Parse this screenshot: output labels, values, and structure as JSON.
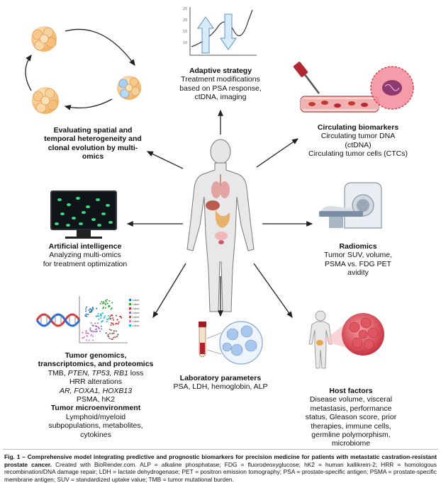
{
  "adaptive": {
    "title": "Adaptive strategy",
    "lines": [
      "Treatment modifications",
      "based on PSA response,",
      "ctDNA, imaging"
    ]
  },
  "evaluating": {
    "lines": [
      "Evaluating spatial and",
      "temporal heterogeneity and",
      "clonal evolution by multi-",
      "omics"
    ]
  },
  "circulating": {
    "title": "Circulating biomarkers",
    "lines": [
      "Circulating tumor DNA",
      "(ctDNA)",
      "Circulating tumor cells (CTCs)"
    ]
  },
  "ai": {
    "title": "Artificial intelligence",
    "lines": [
      "Analyzing multi-omics",
      "for treatment optimization"
    ]
  },
  "radiomics": {
    "title": "Radiomics",
    "lines": [
      "Tumor SUV, volume,",
      "PSMA vs. FDG PET",
      "avidity"
    ]
  },
  "genomics": {
    "title_lines": [
      "Tumor genomics,",
      "transcriptomics, and proteomics"
    ],
    "line1_prefix": "TMB, ",
    "line1_genes": "PTEN, TP53, RB1",
    "line1_suffix": " loss",
    "line2": "HRR alterations",
    "line3_genes": "AR, FOXA1, HOXB13",
    "line4": "PSMA, hK2",
    "micro_title": "Tumor microenvironment",
    "micro_lines": [
      "Lymphoid/myeloid",
      "subpopulations, metabolites,",
      "cytokines"
    ]
  },
  "lab": {
    "title": "Laboratory parameters",
    "line": "PSA, LDH, hemoglobin, ALP"
  },
  "host": {
    "title": "Host factors",
    "lines": [
      "Disease volume, visceral",
      "metastasis, performance",
      "status, Gleason score, prior",
      "therapies, immune cells,",
      "germline polymorphism,",
      "microbiome"
    ]
  },
  "caption": "Fig. 1 – Comprehensive model integrating predictive and prognostic biomarkers for precision medicine for patients with metastatic castration-resistant prostate cancer. Created with BioRender.com. ALP = alkaline phosphatase; FDG = fluorodeoxyglucose; hK2 = human kallikrein-2; HRR = homologous recombination/DNA damage repair; LDH = lactate dehydrogenase; PET = positron emission tomography; PSA = prostate-specific antigen; PSMA = prostate-specific membrane antigen; SUV = standardized uptake value; TMB = tumor mutational burden.",
  "colors": {
    "arrow": "#222222",
    "blood": "#c0392b",
    "cell_green": "#3ddc84",
    "screen": "#101418",
    "dna_red": "#d93a3a",
    "dna_blue": "#2a6fd6",
    "tube_red": "#b0202a",
    "cluster_blue": "#a9c7ec",
    "tumor_red": "#d8434f"
  },
  "icons": [
    "cell-cluster-icon",
    "psa-plot-icon",
    "blood-vessel-icon",
    "human-figure-icon",
    "monitor-icon",
    "ct-scanner-icon",
    "dna-icon",
    "tsne-plot-icon",
    "test-tube-icon",
    "host-body-icon"
  ]
}
